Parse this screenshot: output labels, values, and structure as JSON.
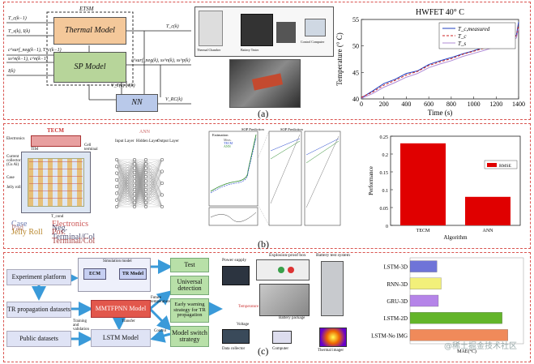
{
  "panel_a": {
    "caption": "(a)",
    "block_diagram": {
      "etsm_label": "ETSM",
      "thermal_model": "Thermal Model",
      "sp_model": "SP Model",
      "nn": "NN",
      "inputs": [
        "T_c(k−1)",
        "T_s(k), I(k)",
        "c^surf_neg(k−1), T_c(k−1)",
        "ss^n(k−1), c^n(k−1)",
        "I(k)"
      ],
      "out_tc": "T_c(k)",
      "out_csurf": "c^surf_neg(k), ss^n(k), ss^p(k)",
      "out_vt": "V_T(k)",
      "out_ik": "I(k)",
      "out_vrc": "V_RC(k)"
    },
    "equipment_labels": [
      "Thermal Chamber",
      "Battery Tester",
      "Control Computer"
    ],
    "chart_title": "HWFET 40° C"
  },
  "panel_b": {
    "caption": "(b)",
    "tecm_title": "TECM",
    "tecm_labels": [
      "Electronics",
      "TIM",
      "Cell terminal",
      "Current collector (Cu Al)",
      "Case",
      "Jelly roll",
      "T_cond"
    ],
    "tecm_legend": [
      "Case",
      "Electronics",
      "Pad",
      "Neg. Terminal/Col",
      "Jelly Roll",
      "Pos. Terminal/Col"
    ],
    "ann_title": "ANN",
    "ann_layers": [
      "Input Layer",
      "Hidden Layer",
      "Output Layer"
    ],
    "panel_titles": [
      "Estimation",
      "SOP Prediction",
      "SOP Prediction"
    ],
    "legends": [
      "Meas.",
      "TECM",
      "ANN"
    ]
  },
  "panel_c": {
    "caption": "(c)",
    "flow": {
      "experiment_platform": "Experiment platform",
      "tr_datasets": "TR propagation datasets",
      "public_datasets": "Public datasets",
      "simulation_model": "Simulation model",
      "ecm": "ECM",
      "tr_model": "TR Model",
      "mmtfpnn": "MMTFPNN Model",
      "lstm": "LSTM Model",
      "test": "Test",
      "universal_detection": "Universal detection",
      "early_warning": "Early warning strategy for TR propagation",
      "model_switch": "Model switch strategy",
      "training": "Training and validation",
      "transfer": "Transfer",
      "control": "Control",
      "future_temp": "Future temperature"
    },
    "equipment": {
      "power_supply": "Power supply",
      "explosion_box": "Explosion-proof box",
      "battery_system": "Battery test system",
      "temperature": "Temperature",
      "battery_package": "Battery package",
      "data_collector": "Data collector",
      "computer": "Computer",
      "thermal_imager": "Thermal imager",
      "voltage": "Voltage"
    },
    "watermark": "@稀土掘金技术社区"
  },
  "chart_data": [
    {
      "type": "line",
      "title": "HWFET 40° C",
      "xlabel": "Time (s)",
      "ylabel": "Temperature (° C)",
      "xlim": [
        0,
        1400
      ],
      "ylim": [
        40,
        55
      ],
      "xticks": [
        0,
        200,
        400,
        600,
        800,
        1000,
        1200,
        1400
      ],
      "yticks": [
        40,
        45,
        50,
        55
      ],
      "legend": [
        "T_c,measured",
        "T_c",
        "T_s"
      ],
      "legend_position": "top-right",
      "colors": [
        "#1f3fbf",
        "#cc2222",
        "#b08bd6"
      ],
      "x": [
        0,
        100,
        200,
        300,
        400,
        500,
        600,
        700,
        800,
        900,
        1000,
        1100,
        1200,
        1300,
        1380,
        1400
      ],
      "series": [
        {
          "name": "T_c,measured",
          "values": [
            40.2,
            41.5,
            42.9,
            43.7,
            44.8,
            45.3,
            46.5,
            47.2,
            47.8,
            48.5,
            49.1,
            49.8,
            50.3,
            51.1,
            52.0,
            54.5
          ]
        },
        {
          "name": "T_c",
          "values": [
            40.3,
            41.3,
            42.6,
            43.5,
            44.5,
            45.2,
            46.3,
            47.0,
            47.6,
            48.4,
            49.0,
            49.6,
            50.2,
            51.0,
            51.9,
            54.0
          ]
        },
        {
          "name": "T_s",
          "values": [
            40.1,
            41.0,
            42.2,
            43.1,
            44.1,
            44.8,
            45.9,
            46.6,
            47.2,
            48.0,
            48.6,
            49.2,
            49.9,
            50.7,
            51.5,
            53.3
          ]
        }
      ]
    },
    {
      "type": "bar",
      "xlabel": "Algorithm",
      "ylabel": "Performance",
      "categories": [
        "TECM",
        "ANN"
      ],
      "ylim": [
        0,
        0.25
      ],
      "yticks": [
        0,
        0.05,
        0.1,
        0.15,
        0.2,
        0.25
      ],
      "legend": [
        "RMSE"
      ],
      "legend_position": "top-right",
      "color": "#e00000",
      "series": [
        {
          "name": "RMSE",
          "values": [
            0.23,
            0.08
          ]
        }
      ]
    },
    {
      "type": "bar",
      "orientation": "horizontal",
      "xlabel": "MAE(°C)",
      "categories": [
        "LSTM-3D",
        "RNN-3D",
        "GRU-3D",
        "LSTM-2D",
        "LSTM-No IMG"
      ],
      "values": [
        1.95,
        2.1,
        2.0,
        4.25,
        4.45
      ],
      "xlim": [
        1,
        5
      ],
      "colors": [
        "#6f74d8",
        "#f2f07a",
        "#b584e8",
        "#63b52a",
        "#f08a5a"
      ]
    }
  ]
}
